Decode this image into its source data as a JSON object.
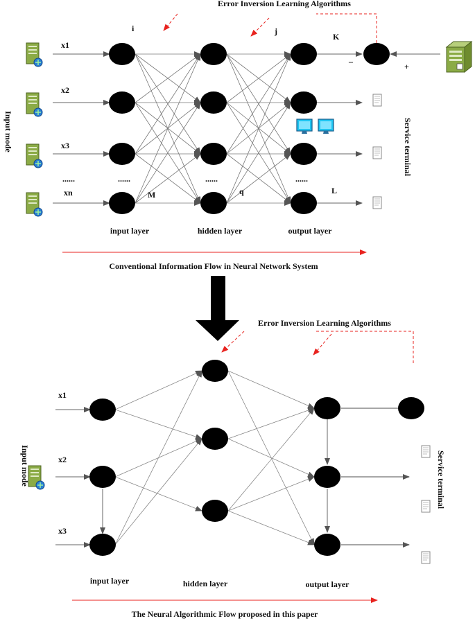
{
  "top": {
    "feedback_title": "Error Inversion Learning Algorithms",
    "side_left": "Input mode",
    "side_right": "Service terminal",
    "inputs": [
      "x1",
      "x2",
      "x3",
      "xn"
    ],
    "node_i": "i",
    "node_j": "j",
    "node_k": "K",
    "node_m": "M",
    "node_q": "q",
    "node_l": "L",
    "ellipsis": "......",
    "minus": "–",
    "plus": "+",
    "layers": [
      "input layer",
      "hidden layer",
      "output layer"
    ],
    "caption": "Conventional Information Flow in Neural Network System"
  },
  "bottom": {
    "feedback_title": "Error Inversion Learning Algorithms",
    "side_left": "Input mode",
    "side_right": "Service terminal",
    "inputs": [
      "x1",
      "x2",
      "x3"
    ],
    "layers": [
      "input layer",
      "hidden layer",
      "output layer"
    ],
    "caption": "The Neural Algorithmic Flow proposed in this paper"
  },
  "colors": {
    "node": "#000000",
    "edge": "#666666",
    "feedback": "#e8231f",
    "server": "#7a9a3a",
    "monitor": "#1ec4f0"
  }
}
